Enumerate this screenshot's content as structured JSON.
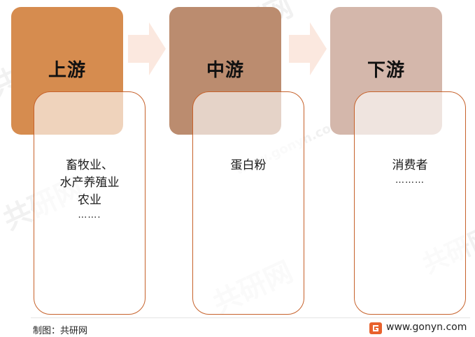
{
  "stages": [
    {
      "title": "上游",
      "items": [
        "畜牧业、",
        "水产养殖业",
        "农业"
      ],
      "ellipsis": "……."
    },
    {
      "title": "中游",
      "items": [
        "蛋白粉"
      ],
      "ellipsis": ""
    },
    {
      "title": "下游",
      "items": [
        "消费者"
      ],
      "ellipsis": "………"
    }
  ],
  "colors": {
    "upstream": "#d68c4f",
    "midstream": "#bb8c6f",
    "downstream": "#d4b7ab",
    "box_border": "#c6612a",
    "arrow": "#fbe8df"
  },
  "footer": {
    "source": "制图：共研网",
    "logo_icon": "gonyn-logo-icon",
    "url": "www.gonyn.com"
  },
  "watermark": {
    "brand": "共研网",
    "url": "www.gonyn.com"
  }
}
